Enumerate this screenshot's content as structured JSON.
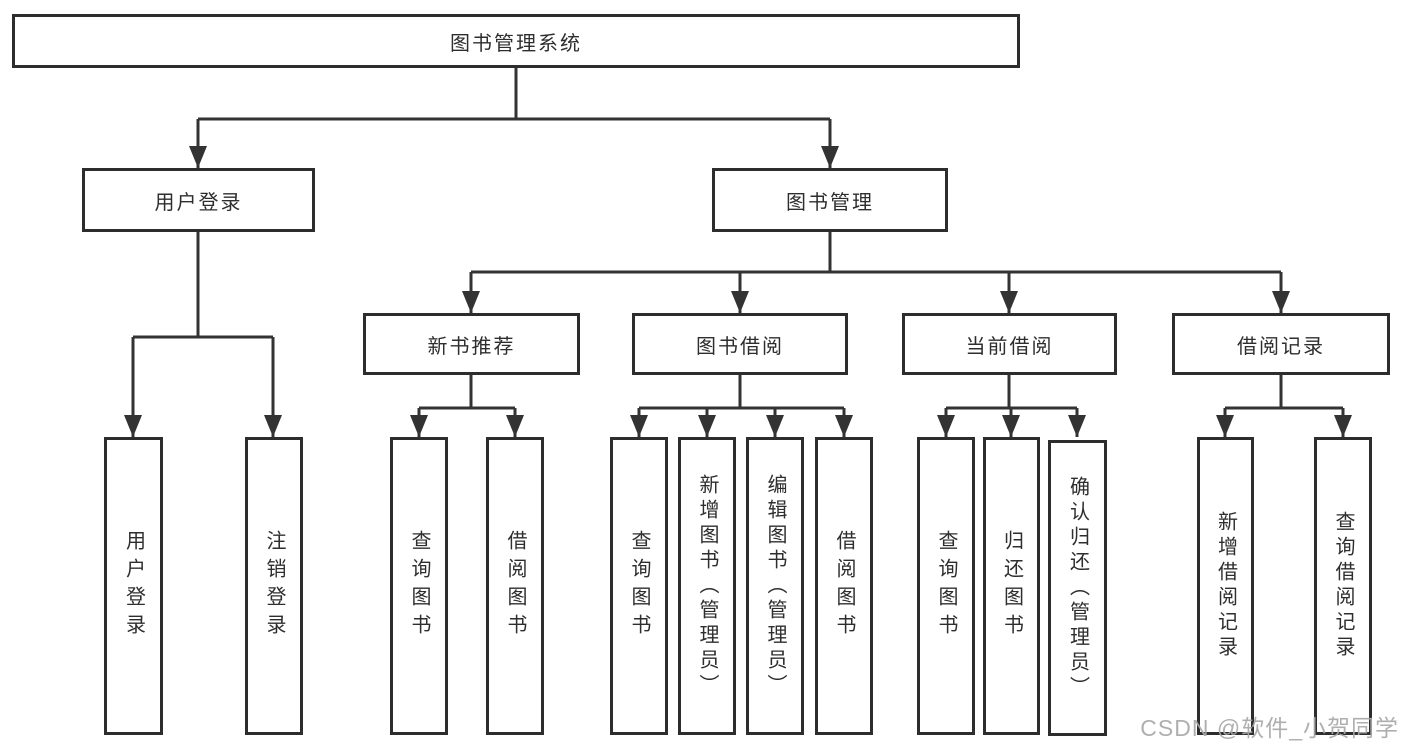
{
  "diagram": {
    "title": "图书管理系统",
    "nodes": {
      "root": {
        "label": "图书管理系统"
      },
      "user_login": {
        "label": "用户登录"
      },
      "book_management": {
        "label": "图书管理"
      },
      "new_book_recommendation": {
        "label": "新书推荐"
      },
      "book_borrowing": {
        "label": "图书借阅"
      },
      "current_borrowing": {
        "label": "当前借阅"
      },
      "borrowing_records": {
        "label": "借阅记录"
      },
      "leaf_user_login": {
        "label": "用户登录"
      },
      "leaf_logout": {
        "label": "注销登录"
      },
      "leaf_query_books_1": {
        "label": "查询图书"
      },
      "leaf_borrow_books_1": {
        "label": "借阅图书"
      },
      "leaf_query_books_2": {
        "label": "查询图书"
      },
      "leaf_add_books_admin": {
        "label": "新增图书（管理员）"
      },
      "leaf_edit_books_admin": {
        "label": "编辑图书（管理员）"
      },
      "leaf_borrow_books_2": {
        "label": "借阅图书"
      },
      "leaf_query_books_3": {
        "label": "查询图书"
      },
      "leaf_return_books": {
        "label": "归还图书"
      },
      "leaf_confirm_return_admin": {
        "label": "确认归还（管理员）"
      },
      "leaf_add_borrow_record": {
        "label": "新增借阅记录"
      },
      "leaf_query_borrow_record": {
        "label": "查询借阅记录"
      }
    },
    "colors": {
      "line": "#333333",
      "box_border": "#2d2d2d",
      "text": "#2e2e2e",
      "background": "#ffffff",
      "watermark": "#a9a9a9"
    }
  },
  "watermark": {
    "text": "CSDN @软件_小贺同学"
  }
}
